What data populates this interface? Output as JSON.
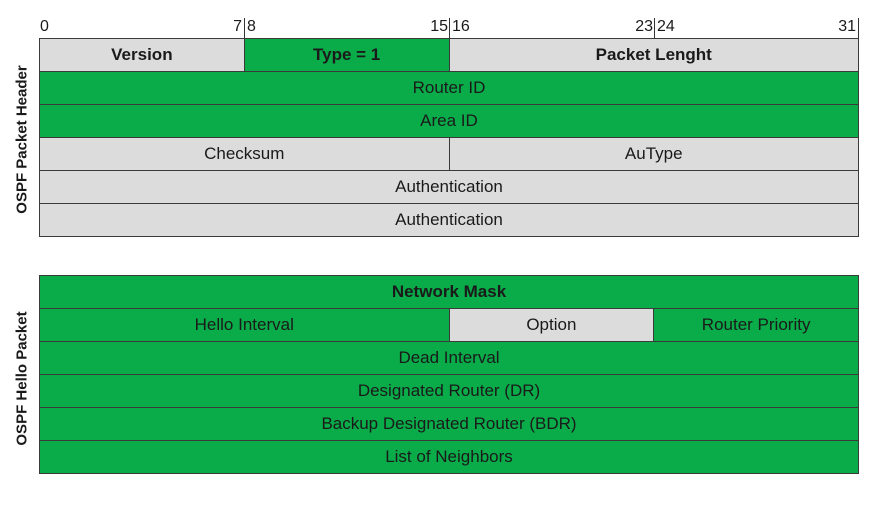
{
  "colors": {
    "green": "#0aab49",
    "gray": "#dcdcdc",
    "border": "#3a3a3a"
  },
  "bit_scale": {
    "b0": "0",
    "b7": "7",
    "b8": "8",
    "b15": "15",
    "b16": "16",
    "b23": "23",
    "b24": "24",
    "b31": "31"
  },
  "header": {
    "side_label": "OSPF Packet Header",
    "version": "Version",
    "type": "Type = 1",
    "packet_length": "Packet Lenght",
    "router_id": "Router ID",
    "area_id": "Area ID",
    "checksum": "Checksum",
    "autype": "AuType",
    "auth1": "Authentication",
    "auth2": "Authentication"
  },
  "hello": {
    "side_label": "OSPF Hello Packet",
    "network_mask": "Network Mask",
    "hello_interval": "Hello Interval",
    "option": "Option",
    "router_priority": "Router Priority",
    "dead_interval": "Dead Interval",
    "dr": "Designated Router (DR)",
    "bdr": "Backup Designated Router (BDR)",
    "neighbors": "List of Neighbors"
  }
}
